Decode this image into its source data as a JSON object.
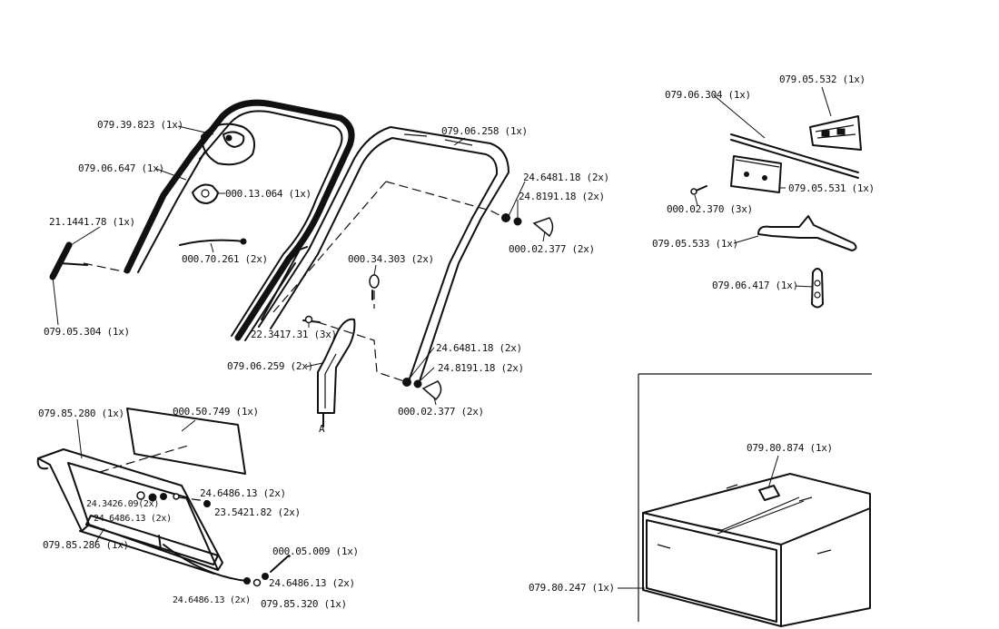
{
  "labels": {
    "p079_39_823": "079.39.823 (1x)",
    "p079_06_647": "079.06.647 (1x)",
    "p000_13_064": "000.13.064 (1x)",
    "p21_1441_78": "21.1441.78 (1x)",
    "p000_70_261": "000.70.261 (2x)",
    "p079_05_304": "079.05.304 (1x)",
    "p079_06_258": "079.06.258 (1x)",
    "p24_6481_18_top": "24.6481.18 (2x)",
    "p24_8191_18_top": "24.8191.18 (2x)",
    "p000_02_377_top": "000.02.377 (2x)",
    "p000_34_303": "000.34.303 (2x)",
    "p22_3417_31": "22.3417.31 (3x)",
    "p079_06_259": "079.06.259 (2x)",
    "p24_6481_18_bot": "24.6481.18 (2x)",
    "p24_8191_18_bot": "24.8191.18 (2x)",
    "p000_02_377_bot": "000.02.377 (2x)",
    "marker_a": "A",
    "p079_06_304": "079.06.304 (1x)",
    "p079_05_532": "079.05.532 (1x)",
    "p079_05_531": "079.05.531 (1x)",
    "p000_02_370": "000.02.370 (3x)",
    "p079_05_533": "079.05.533 (1x)",
    "p079_06_417": "079.06.417 (1x)",
    "p079_85_280": "079.85.280 (1x)",
    "p000_50_749": "000.50.749 (1x)",
    "p24_3426_09": "24.3426.09(2x)",
    "p24_6486_13_a": "24.6486.13 (2x)",
    "p24_6486_13_b": "24.6486.13 (2x)",
    "p23_5421_82": "23.5421.82 (2x)",
    "p079_85_286": "079.85.286 (1x)",
    "p000_05_009": "000.05.009 (1x)",
    "p24_6486_13_c": "24.6486.13 (2x)",
    "p24_6486_13_d": "24.6486.13 (2x)",
    "p079_85_320": "079.85.320 (1x)",
    "p079_80_874": "079.80.874 (1x)",
    "p079_80_247": "079.80.247 (1x)"
  }
}
